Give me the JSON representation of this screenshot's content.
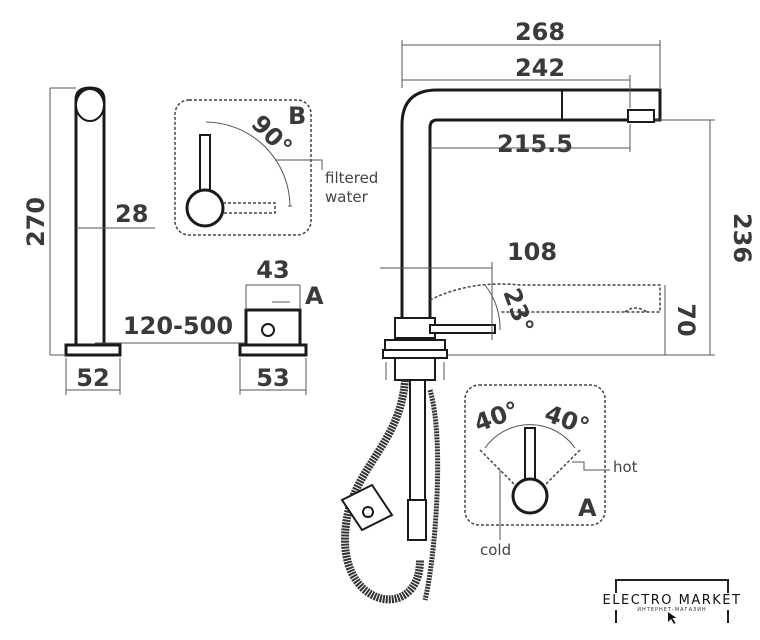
{
  "dimensions": {
    "total_reach": "268",
    "spout_reach": "242",
    "outlet_reach": "215.5",
    "outlet_height": "236",
    "pullout_reach": "108",
    "pullout_angle": "23°",
    "lever_height": "70",
    "total_height": "270",
    "body_diameter": "28",
    "base_diameter": "52",
    "filter_diameter": "43",
    "filter_base": "53",
    "distance": "120-500"
  },
  "detail_b": {
    "label": "B",
    "angle": "90°",
    "note_line1": "filtered",
    "note_line2": "water"
  },
  "detail_a": {
    "label": "A",
    "angle_left": "40°",
    "angle_right": "40°",
    "hot": "hot",
    "cold": "cold"
  },
  "filter_marker": "A",
  "logo": {
    "title": "ELECTRO MARKET",
    "subtitle": "ИНТЕРНЕТ-МАГАЗИН"
  }
}
